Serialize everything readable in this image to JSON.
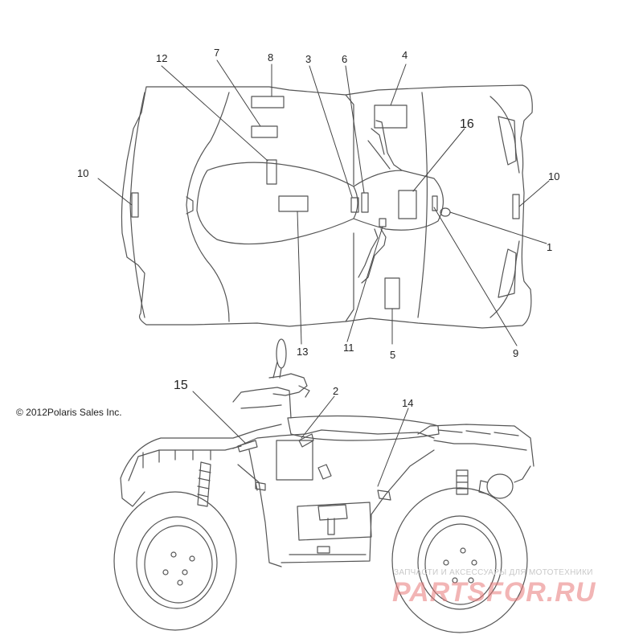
{
  "copyright": "© 2012Polaris Sales Inc.",
  "watermark": {
    "tagline": "ЗАПЧАСТИ И АКСЕССУАРЫ ДЛЯ МОТОТЕХНИКИ",
    "logo": "PARTSFOR.RU"
  },
  "callouts": {
    "c1": "1",
    "c2": "2",
    "c3": "3",
    "c4": "4",
    "c5": "5",
    "c6": "6",
    "c7": "7",
    "c8": "8",
    "c9": "9",
    "c10_left": "10",
    "c10_right": "10",
    "c11": "11",
    "c12": "12",
    "c13": "13",
    "c14": "14",
    "c15": "15",
    "c16": "16"
  },
  "colors": {
    "line": "#555555",
    "text": "#222222",
    "watermark": "#e87878"
  }
}
